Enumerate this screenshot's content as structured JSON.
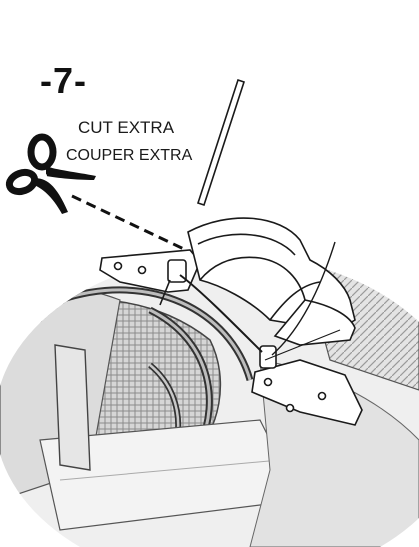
{
  "step": {
    "number": "-7-"
  },
  "instruction": {
    "english": "CUT EXTRA",
    "french": "COUPER EXTRA"
  },
  "icons": {
    "scissors": "scissors-icon"
  },
  "colors": {
    "ink": "#111111",
    "background": "#ffffff"
  }
}
